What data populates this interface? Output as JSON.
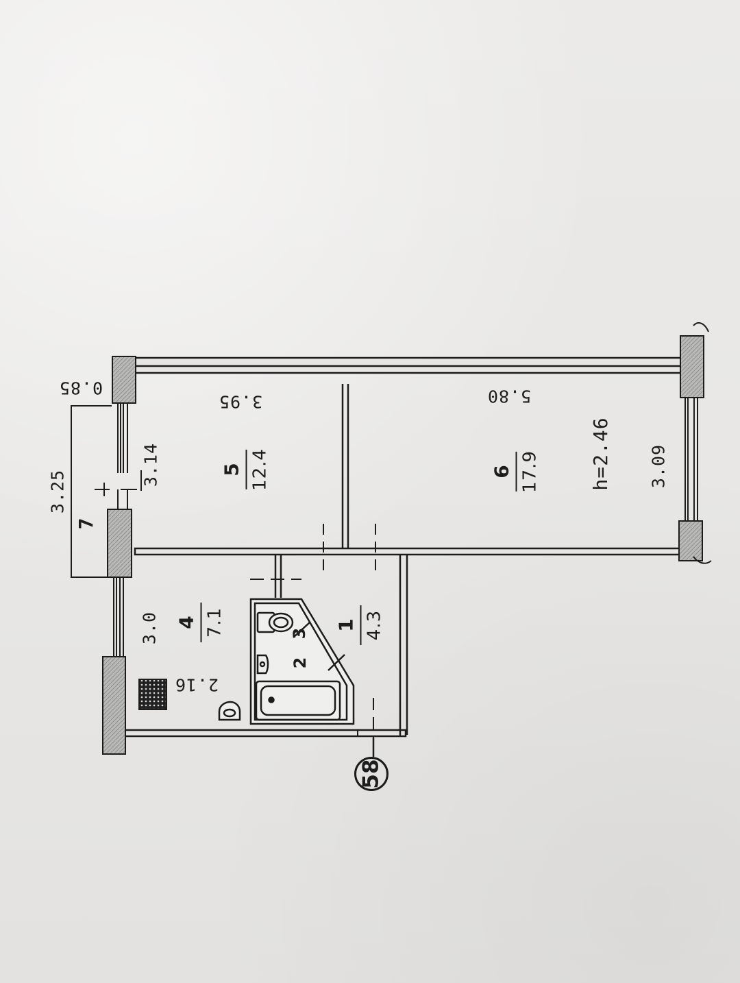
{
  "plan": {
    "axis_marker": "58",
    "ceiling_height": "h=2.46",
    "rooms": [
      {
        "number": "1",
        "area": "4.3"
      },
      {
        "number": "2"
      },
      {
        "number": "3"
      },
      {
        "number": "4",
        "area": "7.1"
      },
      {
        "number": "5",
        "area": "12.4"
      },
      {
        "number": "6",
        "area": "17.9"
      },
      {
        "number": "7"
      }
    ],
    "dimensions": {
      "balcony_depth": "0.85",
      "balcony_length": "3.25",
      "room5_window_wall": "3.14",
      "room5_length": "3.95",
      "room6_length": "5.80",
      "room6_width": "3.09",
      "kitchen_width": "3.0",
      "kitchen_length": "2.16"
    }
  }
}
